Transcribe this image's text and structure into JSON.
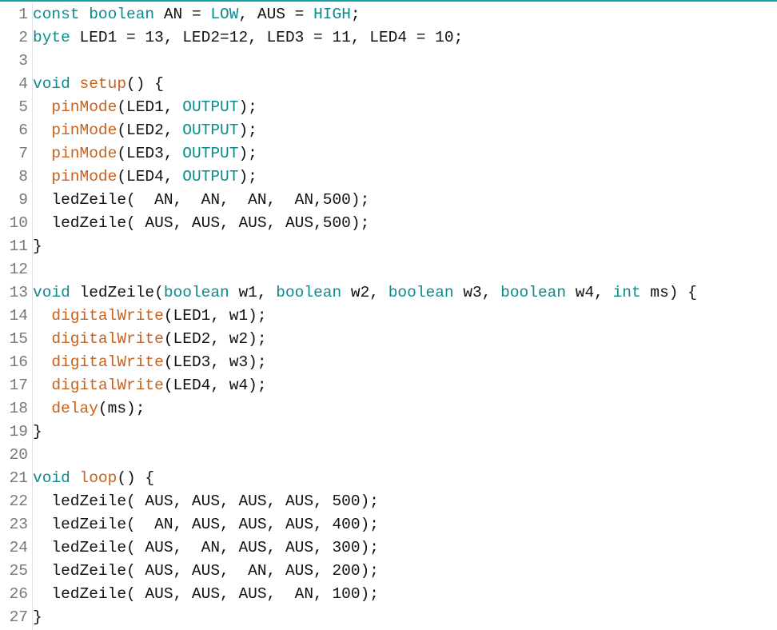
{
  "editor": {
    "colors": {
      "keyword": "#0b8b8f",
      "function": "#c9611b",
      "text": "#111111",
      "line_number": "#777777",
      "accent": "#17a1a5"
    },
    "lines": [
      {
        "n": "1",
        "tokens": [
          [
            "kw",
            "const"
          ],
          [
            "t",
            " "
          ],
          [
            "kw",
            "boolean"
          ],
          [
            "t",
            " AN = "
          ],
          [
            "kw",
            "LOW"
          ],
          [
            "t",
            ", AUS = "
          ],
          [
            "kw",
            "HIGH"
          ],
          [
            "t",
            ";"
          ]
        ]
      },
      {
        "n": "2",
        "tokens": [
          [
            "kw",
            "byte"
          ],
          [
            "t",
            " LED1 = 13, LED2=12, LED3 = 11, LED4 = 10;"
          ]
        ]
      },
      {
        "n": "3",
        "tokens": []
      },
      {
        "n": "4",
        "tokens": [
          [
            "kw",
            "void"
          ],
          [
            "t",
            " "
          ],
          [
            "fn",
            "setup"
          ],
          [
            "t",
            "() {"
          ]
        ]
      },
      {
        "n": "5",
        "tokens": [
          [
            "t",
            "  "
          ],
          [
            "fn",
            "pinMode"
          ],
          [
            "t",
            "(LED1, "
          ],
          [
            "kw",
            "OUTPUT"
          ],
          [
            "t",
            ");"
          ]
        ]
      },
      {
        "n": "6",
        "tokens": [
          [
            "t",
            "  "
          ],
          [
            "fn",
            "pinMode"
          ],
          [
            "t",
            "(LED2, "
          ],
          [
            "kw",
            "OUTPUT"
          ],
          [
            "t",
            ");"
          ]
        ]
      },
      {
        "n": "7",
        "tokens": [
          [
            "t",
            "  "
          ],
          [
            "fn",
            "pinMode"
          ],
          [
            "t",
            "(LED3, "
          ],
          [
            "kw",
            "OUTPUT"
          ],
          [
            "t",
            ");"
          ]
        ]
      },
      {
        "n": "8",
        "tokens": [
          [
            "t",
            "  "
          ],
          [
            "fn",
            "pinMode"
          ],
          [
            "t",
            "(LED4, "
          ],
          [
            "kw",
            "OUTPUT"
          ],
          [
            "t",
            ");"
          ]
        ]
      },
      {
        "n": "9",
        "tokens": [
          [
            "t",
            "  ledZeile(  AN,  AN,  AN,  AN,500);"
          ]
        ]
      },
      {
        "n": "10",
        "tokens": [
          [
            "t",
            "  ledZeile( AUS, AUS, AUS, AUS,500);"
          ]
        ]
      },
      {
        "n": "11",
        "tokens": [
          [
            "t",
            "}"
          ]
        ]
      },
      {
        "n": "12",
        "tokens": []
      },
      {
        "n": "13",
        "tokens": [
          [
            "kw",
            "void"
          ],
          [
            "t",
            " ledZeile("
          ],
          [
            "kw",
            "boolean"
          ],
          [
            "t",
            " w1, "
          ],
          [
            "kw",
            "boolean"
          ],
          [
            "t",
            " w2, "
          ],
          [
            "kw",
            "boolean"
          ],
          [
            "t",
            " w3, "
          ],
          [
            "kw",
            "boolean"
          ],
          [
            "t",
            " w4, "
          ],
          [
            "kw",
            "int"
          ],
          [
            "t",
            " ms) {"
          ]
        ]
      },
      {
        "n": "14",
        "tokens": [
          [
            "t",
            "  "
          ],
          [
            "fn",
            "digitalWrite"
          ],
          [
            "t",
            "(LED1, w1);"
          ]
        ]
      },
      {
        "n": "15",
        "tokens": [
          [
            "t",
            "  "
          ],
          [
            "fn",
            "digitalWrite"
          ],
          [
            "t",
            "(LED2, w2);"
          ]
        ]
      },
      {
        "n": "16",
        "tokens": [
          [
            "t",
            "  "
          ],
          [
            "fn",
            "digitalWrite"
          ],
          [
            "t",
            "(LED3, w3);"
          ]
        ]
      },
      {
        "n": "17",
        "tokens": [
          [
            "t",
            "  "
          ],
          [
            "fn",
            "digitalWrite"
          ],
          [
            "t",
            "(LED4, w4);"
          ]
        ]
      },
      {
        "n": "18",
        "tokens": [
          [
            "t",
            "  "
          ],
          [
            "fn",
            "delay"
          ],
          [
            "t",
            "(ms);"
          ]
        ]
      },
      {
        "n": "19",
        "tokens": [
          [
            "t",
            "}"
          ]
        ]
      },
      {
        "n": "20",
        "tokens": []
      },
      {
        "n": "21",
        "tokens": [
          [
            "kw",
            "void"
          ],
          [
            "t",
            " "
          ],
          [
            "fn",
            "loop"
          ],
          [
            "t",
            "() {"
          ]
        ]
      },
      {
        "n": "22",
        "tokens": [
          [
            "t",
            "  ledZeile( AUS, AUS, AUS, AUS, 500);"
          ]
        ]
      },
      {
        "n": "23",
        "tokens": [
          [
            "t",
            "  ledZeile(  AN, AUS, AUS, AUS, 400);"
          ]
        ]
      },
      {
        "n": "24",
        "tokens": [
          [
            "t",
            "  ledZeile( AUS,  AN, AUS, AUS, 300);"
          ]
        ]
      },
      {
        "n": "25",
        "tokens": [
          [
            "t",
            "  ledZeile( AUS, AUS,  AN, AUS, 200);"
          ]
        ]
      },
      {
        "n": "26",
        "tokens": [
          [
            "t",
            "  ledZeile( AUS, AUS, AUS,  AN, 100);"
          ]
        ]
      },
      {
        "n": "27",
        "tokens": [
          [
            "t",
            "}"
          ]
        ]
      }
    ]
  }
}
